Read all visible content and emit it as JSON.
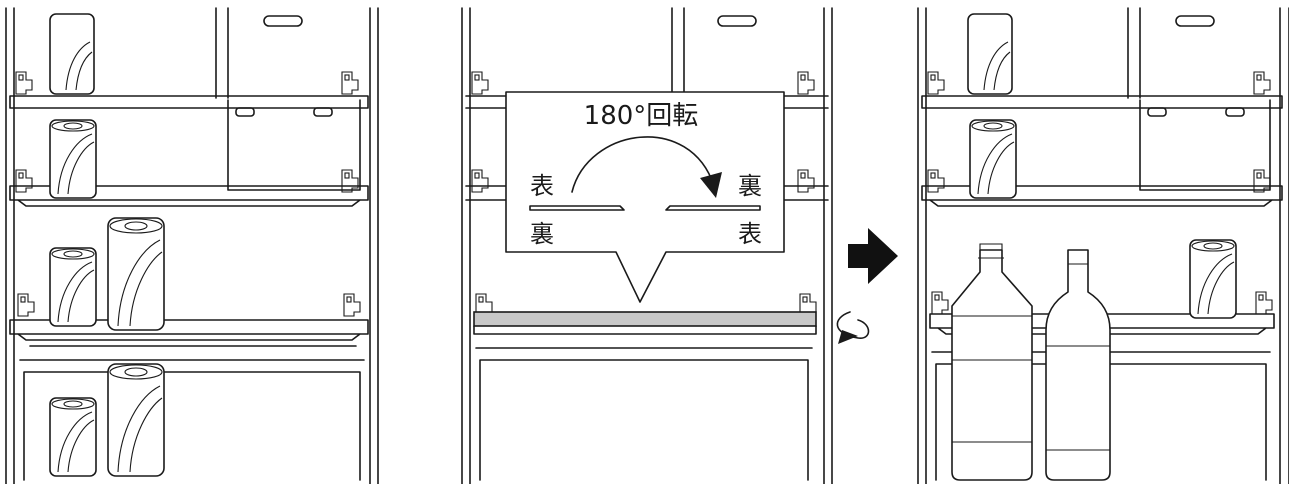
{
  "callout": {
    "rotation_label": "180°回転",
    "left_top": "表",
    "left_bottom": "裏",
    "right_top": "裏",
    "right_bottom": "表"
  },
  "colors": {
    "line": "#1a1a1a",
    "shelf_highlight": "#c8c8c8",
    "arrow": "#111111"
  },
  "icons": [
    "right-arrow-icon",
    "rotate-arrow-icon"
  ]
}
